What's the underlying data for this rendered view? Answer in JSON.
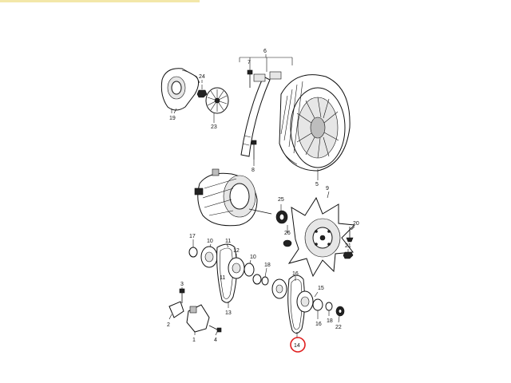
{
  "highlight_color": "#e02020",
  "callouts": {
    "p1": "1",
    "p2": "2",
    "p3": "3",
    "p4": "4",
    "p5": "5",
    "p6": "6",
    "p7": "7",
    "p8": "8",
    "p9": "9",
    "p10": "10",
    "p11": "11",
    "p12": "12",
    "p13": "13",
    "p14": "14",
    "p15": "15",
    "p16": "16",
    "p17": "17",
    "p18": "18",
    "p19": "19",
    "p20": "20",
    "p21": "21",
    "p22": "22",
    "p23": "23",
    "p24": "24",
    "p25": "25",
    "p26": "26"
  }
}
